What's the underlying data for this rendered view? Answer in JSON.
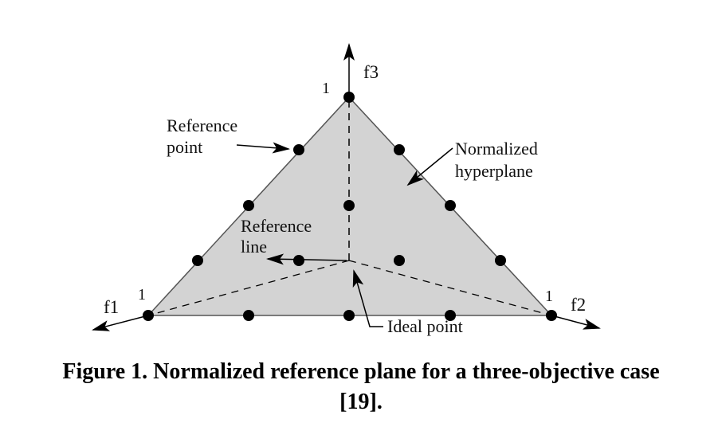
{
  "axes": {
    "f1": "f1",
    "f2": "f2",
    "f3": "f3",
    "one_f1": "1",
    "one_f2": "1",
    "one_f3": "1"
  },
  "annotations": {
    "reference_point": [
      "Reference",
      "point"
    ],
    "normalized_hyperplane": [
      "Normalized",
      "hyperplane"
    ],
    "reference_line": [
      "Reference",
      "line"
    ],
    "ideal_point": "Ideal point"
  },
  "caption": {
    "line1": "Figure 1. Normalized reference plane for a three-objective case",
    "line2": "[19]."
  },
  "colors": {
    "plane_fill": "#d3d3d3",
    "edge": "#555555",
    "point": "#000000"
  }
}
